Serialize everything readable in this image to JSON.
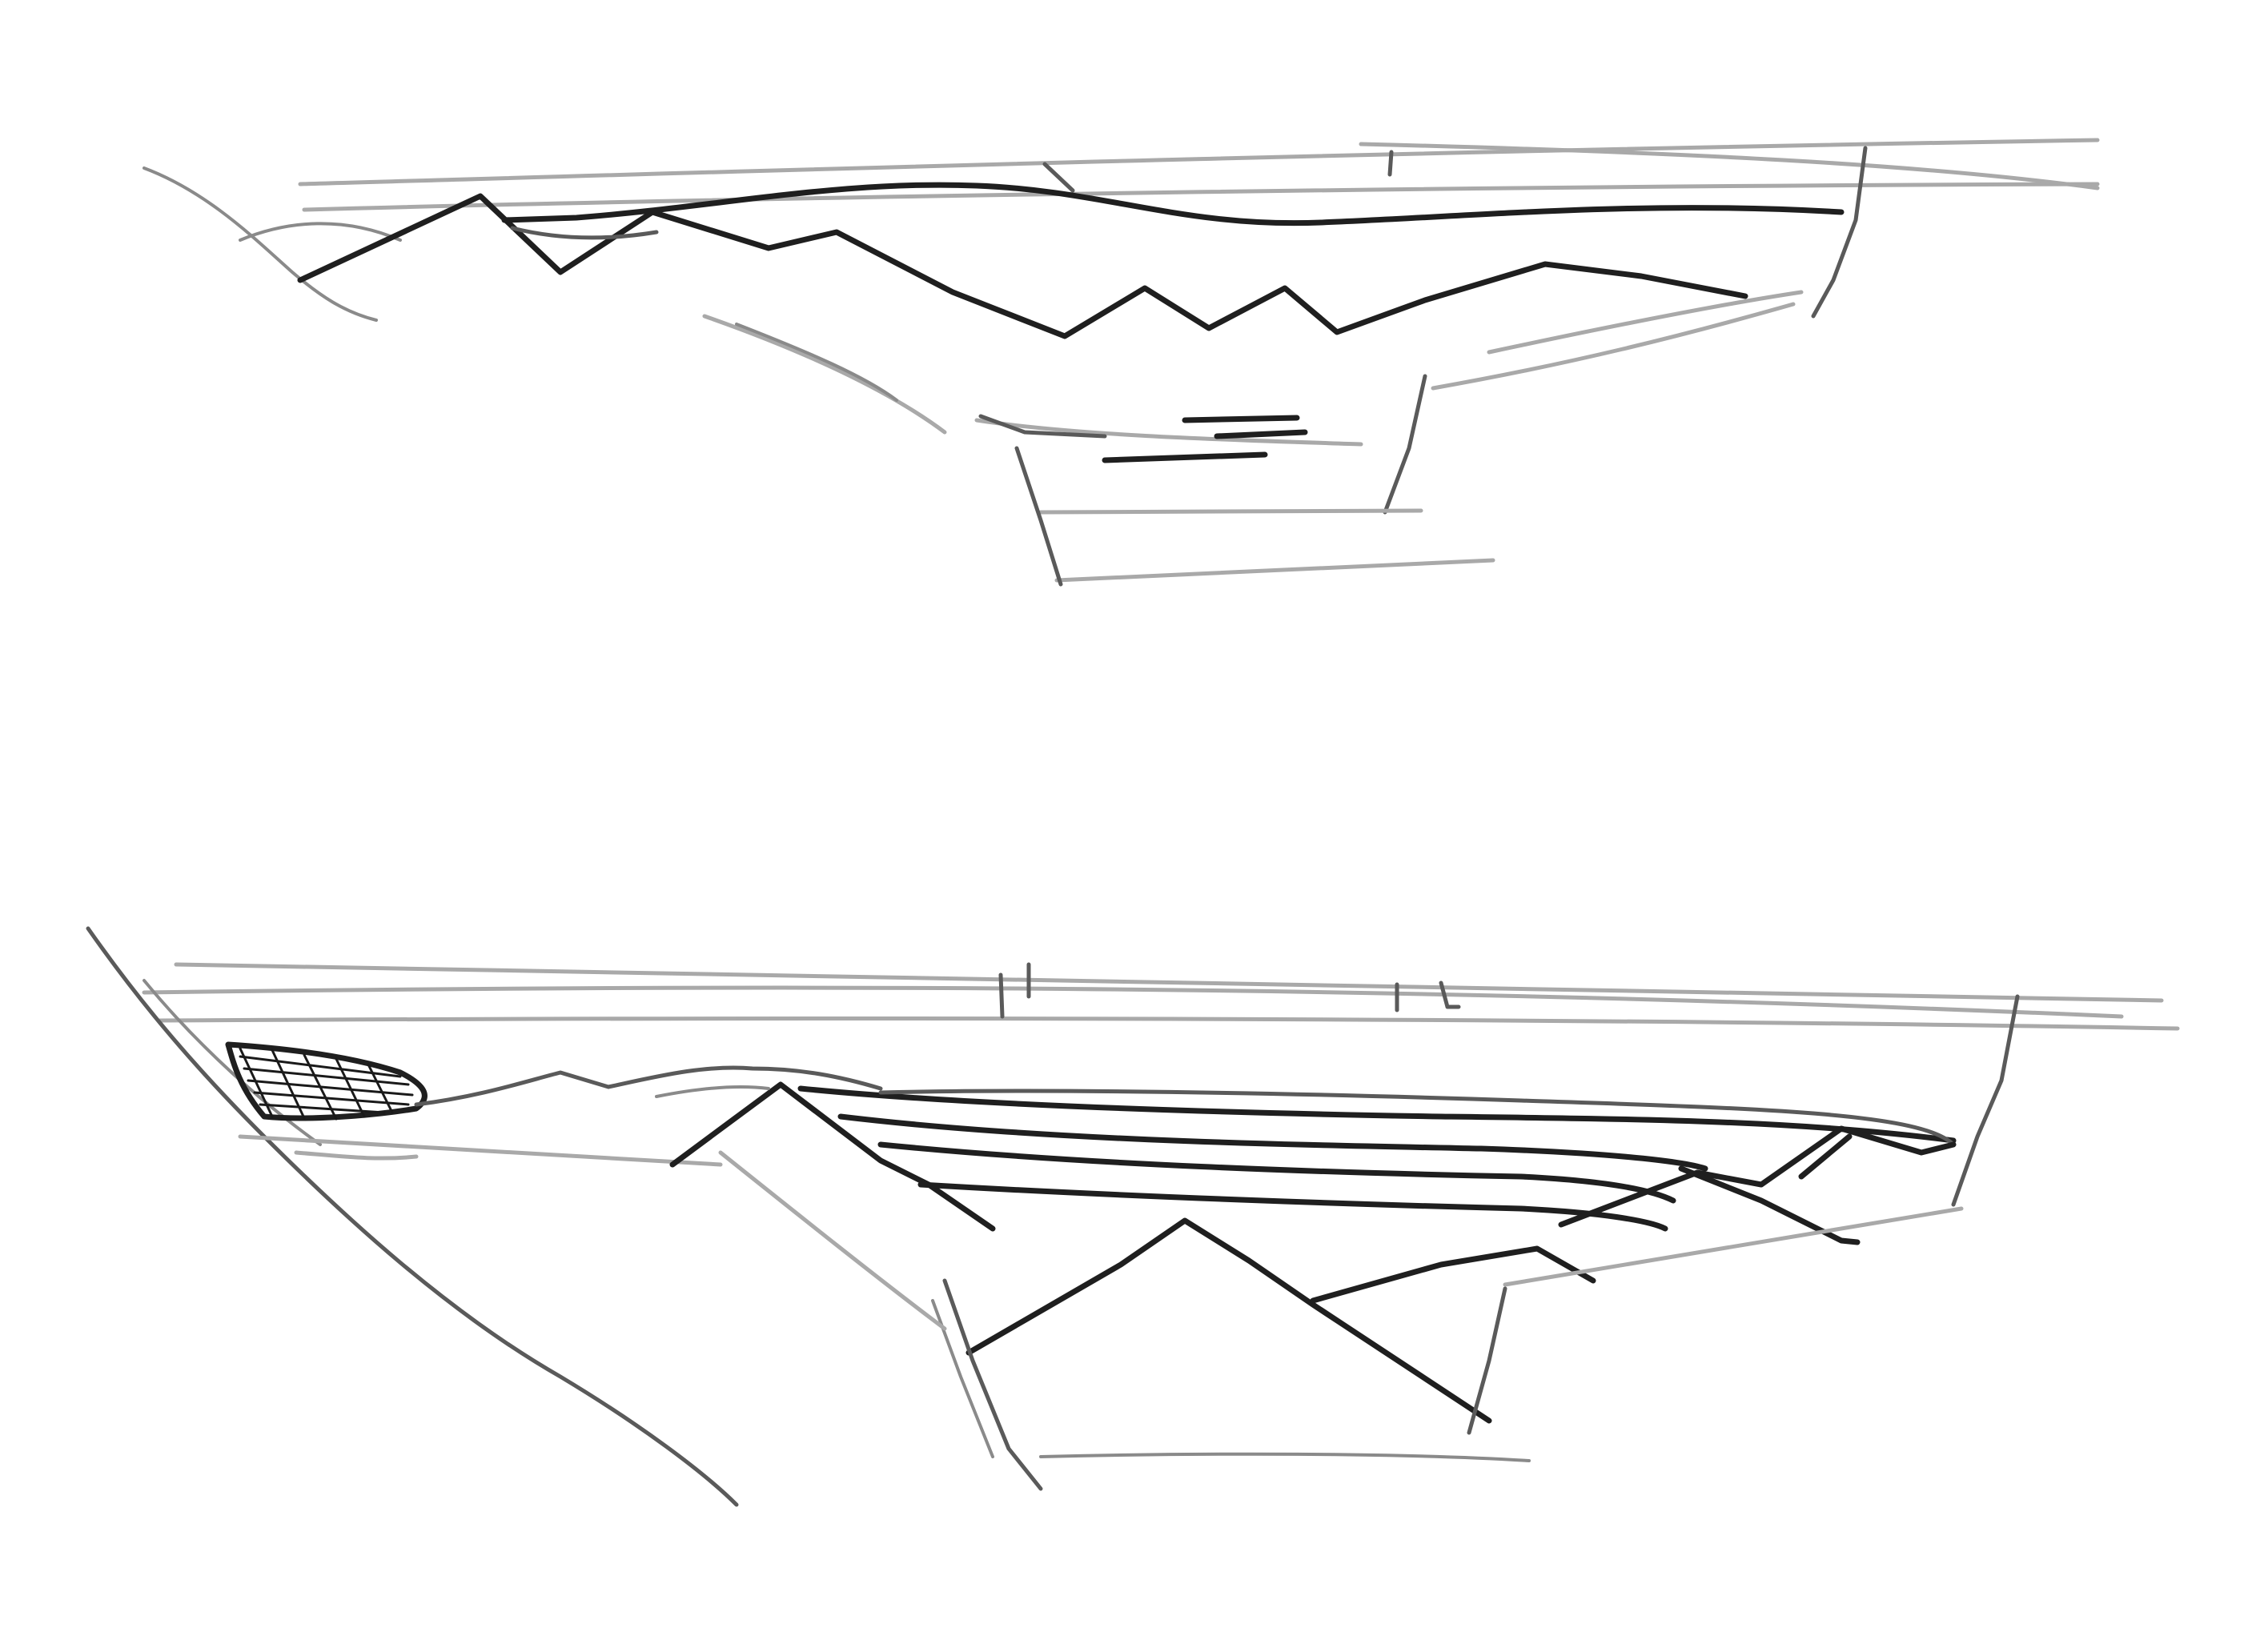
{
  "document": {
    "kind": "pencil sketch",
    "sketches": [
      {
        "id": "upper-sketch"
      },
      {
        "id": "lower-sketch"
      }
    ]
  },
  "colors": {
    "paper": "#ffffff",
    "graphite_dark": "#1f1f1f",
    "graphite_light": "#a9a9a9"
  }
}
